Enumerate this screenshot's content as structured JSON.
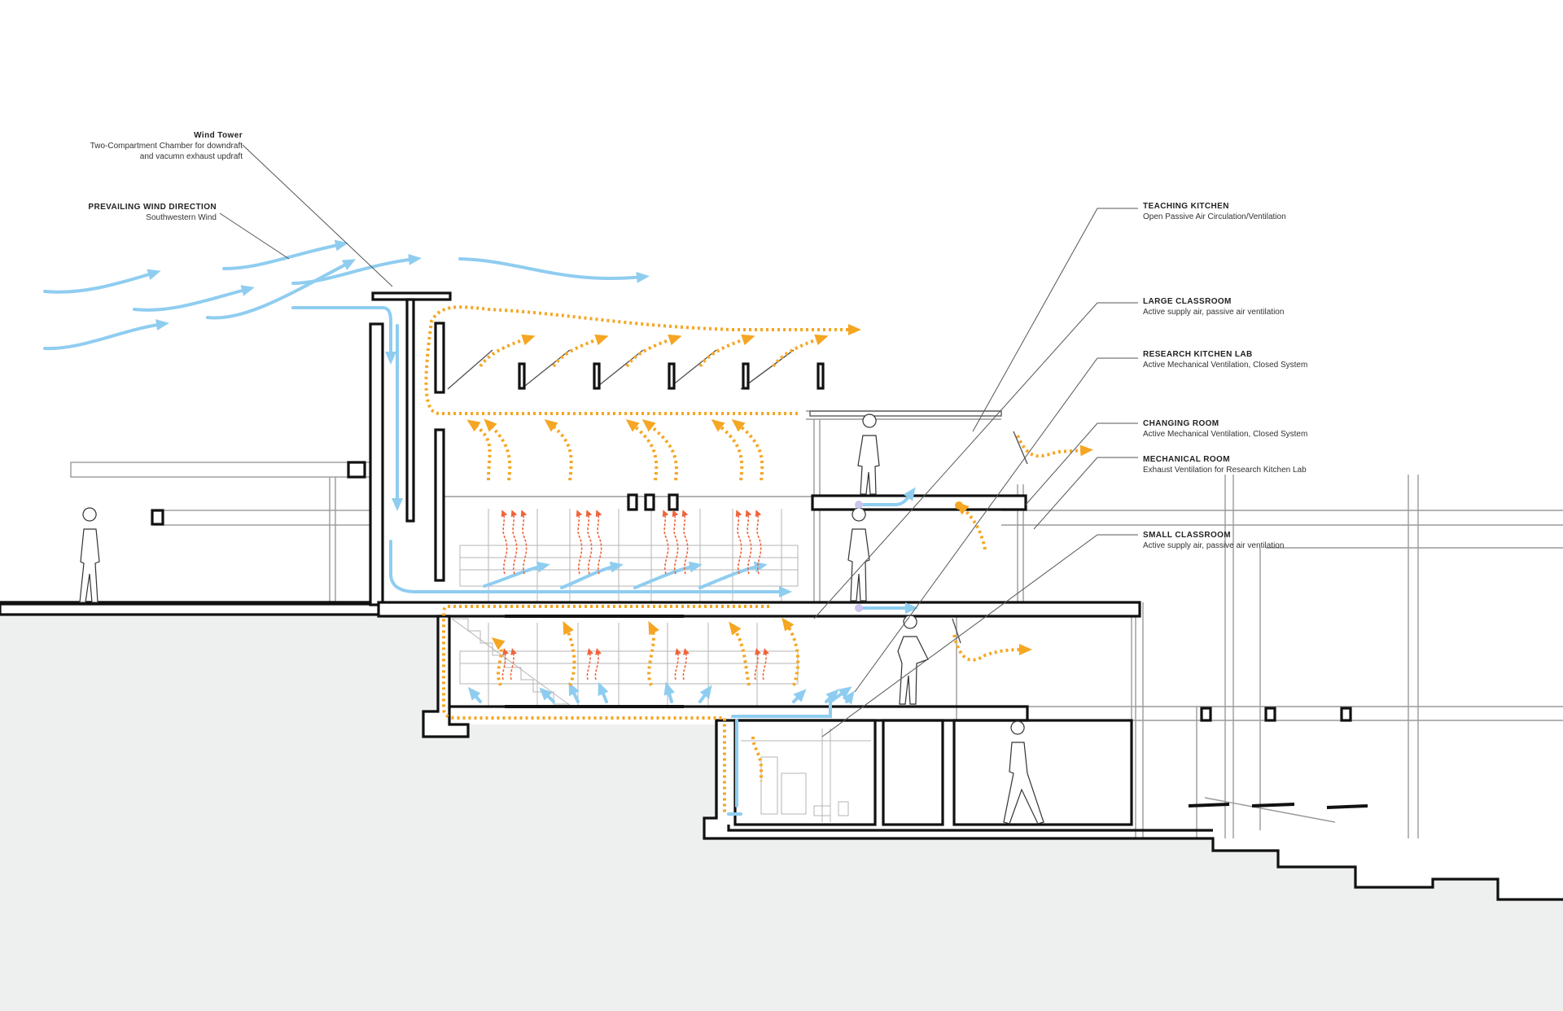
{
  "labels": {
    "wind_tower": {
      "title": "Wind Tower",
      "sub1": "Two-Compartment Chamber for downdraft",
      "sub2": "and vacumn exhaust updraft"
    },
    "prevailing_wind": {
      "title": "PREVAILING WIND DIRECTION",
      "sub": "Southwestern Wind"
    },
    "teaching_kitchen": {
      "title": "TEACHING KITCHEN",
      "sub": "Open Passive Air Circulation/Ventilation"
    },
    "large_classroom": {
      "title": "LARGE CLASSROOM",
      "sub": "Active supply air, passive air ventilation"
    },
    "research_kitchen_lab": {
      "title": "RESEARCH KITCHEN LAB",
      "sub": "Active Mechanical Ventilation, Closed System"
    },
    "changing_room": {
      "title": "CHANGING ROOM",
      "sub": "Active Mechanical Ventilation, Closed System"
    },
    "mechanical_room": {
      "title": "MECHANICAL ROOM",
      "sub": "Exhaust Ventilation for Research Kitchen Lab"
    },
    "small_classroom": {
      "title": "SMALL CLASSROOM",
      "sub": "Active supply air, passive air ventilation"
    }
  },
  "colors": {
    "supply_air": "#8fcdf0",
    "exhaust_air": "#f5a623",
    "heat": "#f0643c",
    "ground": "#eef0ef",
    "structure": "#111111",
    "thin_line": "#9a9a9a"
  }
}
